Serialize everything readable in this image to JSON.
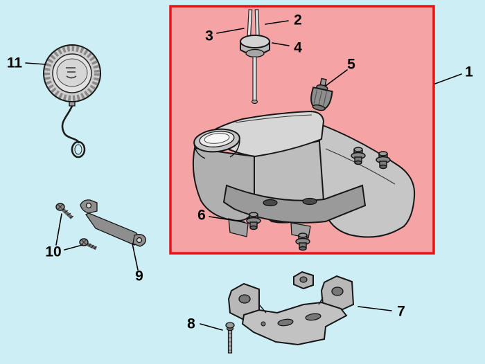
{
  "diagram": {
    "type": "exploded-parts-diagram",
    "colors": {
      "background": "#cdeef5",
      "highlight_fill": "#f4a4a4",
      "highlight_border": "#e81414",
      "callout_text": "#000000"
    },
    "callouts": {
      "c1": "1",
      "c2": "2",
      "c3": "3",
      "c4": "4",
      "c5": "5",
      "c6": "6",
      "c7": "7",
      "c8": "8",
      "c9": "9",
      "c10": "10",
      "c11": "11"
    }
  }
}
